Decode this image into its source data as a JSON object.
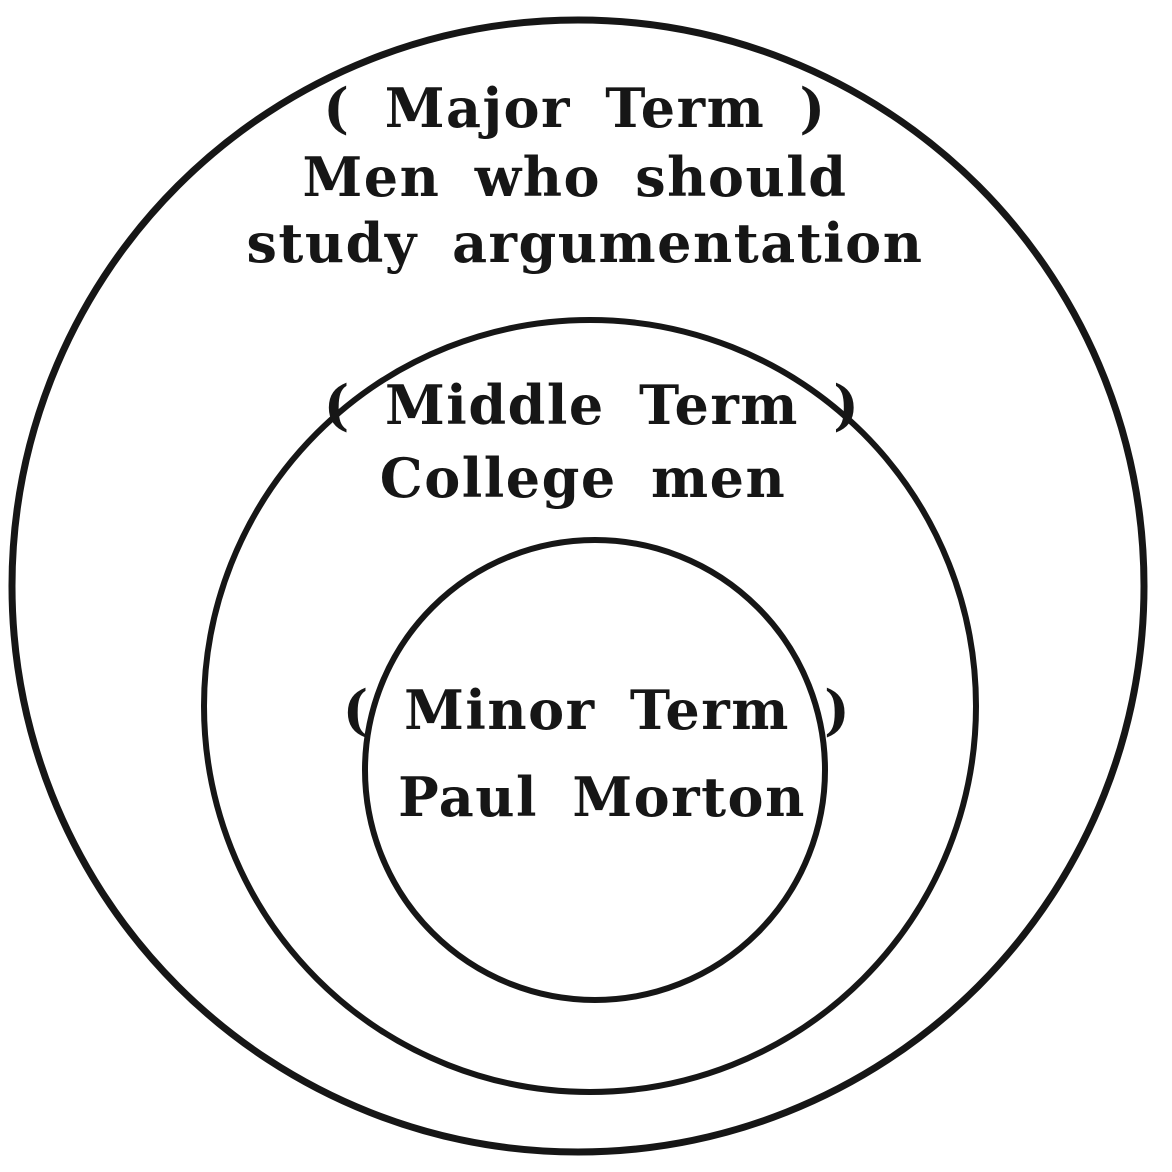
{
  "diagram": {
    "background_color": "#ffffff",
    "stroke_color": "#161616",
    "outer_circle": {
      "line1": "( Major Term )",
      "line2": "Men who should",
      "line3": "study argumentation"
    },
    "middle_circle": {
      "line1": "( Middle Term )",
      "line2": "College men"
    },
    "inner_circle": {
      "line1": "( Minor Term )",
      "line2": "Paul Morton"
    }
  }
}
